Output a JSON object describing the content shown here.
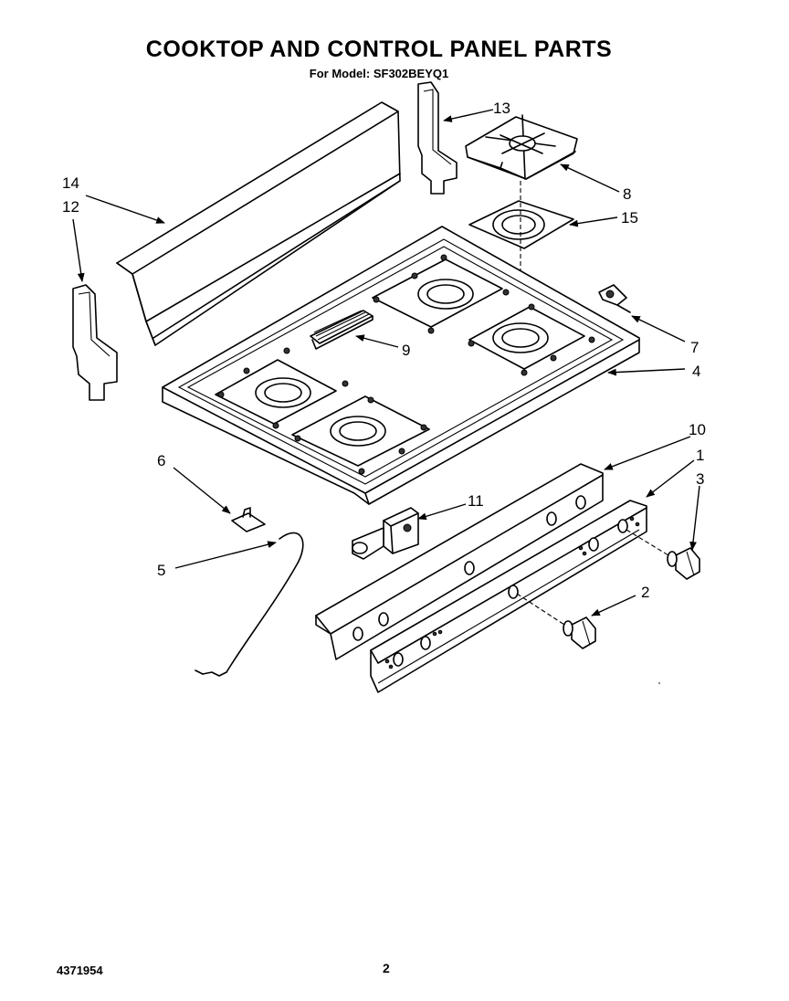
{
  "title": "COOKTOP AND CONTROL PANEL PARTS",
  "subtitle": "For Model: SF302BEYQ1",
  "footer": {
    "document_number": "4371954",
    "page_number": "2"
  },
  "callouts": [
    {
      "id": "13",
      "label": "13"
    },
    {
      "id": "8",
      "label": "8"
    },
    {
      "id": "15",
      "label": "15"
    },
    {
      "id": "14",
      "label": "14"
    },
    {
      "id": "12",
      "label": "12"
    },
    {
      "id": "7",
      "label": "7"
    },
    {
      "id": "9",
      "label": "9"
    },
    {
      "id": "4",
      "label": "4"
    },
    {
      "id": "10",
      "label": "10"
    },
    {
      "id": "1",
      "label": "1"
    },
    {
      "id": "3",
      "label": "3"
    },
    {
      "id": "6",
      "label": "6"
    },
    {
      "id": "11",
      "label": "11"
    },
    {
      "id": "5",
      "label": "5"
    },
    {
      "id": "2",
      "label": "2"
    }
  ]
}
